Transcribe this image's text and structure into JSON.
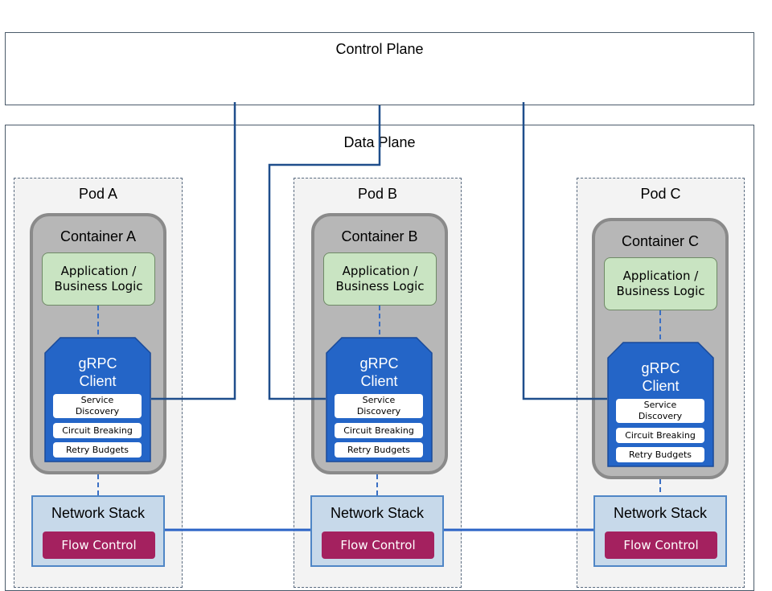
{
  "control_plane": {
    "title": "Control Plane"
  },
  "data_plane": {
    "title": "Data Plane"
  },
  "pods": [
    {
      "title": "Pod A",
      "container": "Container A",
      "app": [
        "Application /",
        "Business Logic"
      ],
      "grpc": [
        "gRPC",
        "Client"
      ],
      "features": [
        "Service\nDiscovery",
        "Circuit Breaking",
        "Retry Budgets"
      ],
      "network": "Network Stack",
      "flow": "Flow Control"
    },
    {
      "title": "Pod B",
      "container": "Container B",
      "app": [
        "Application /",
        "Business Logic"
      ],
      "grpc": [
        "gRPC",
        "Client"
      ],
      "features": [
        "Service\nDiscovery",
        "Circuit Breaking",
        "Retry Budgets"
      ],
      "network": "Network Stack",
      "flow": "Flow Control"
    },
    {
      "title": "Pod C",
      "container": "Container C",
      "app": [
        "Application /",
        "Business Logic"
      ],
      "grpc": [
        "gRPC",
        "Client"
      ],
      "features": [
        "Service\nDiscovery",
        "Circuit Breaking",
        "Retry Budgets"
      ],
      "network": "Network Stack",
      "flow": "Flow Control"
    }
  ],
  "colors": {
    "connector": "#1f4e8c",
    "grpc_fill": "#2465c7",
    "grpc_border": "#1a4a99",
    "dashed": "#3a6fc4",
    "network_link": "#2b63c6"
  }
}
